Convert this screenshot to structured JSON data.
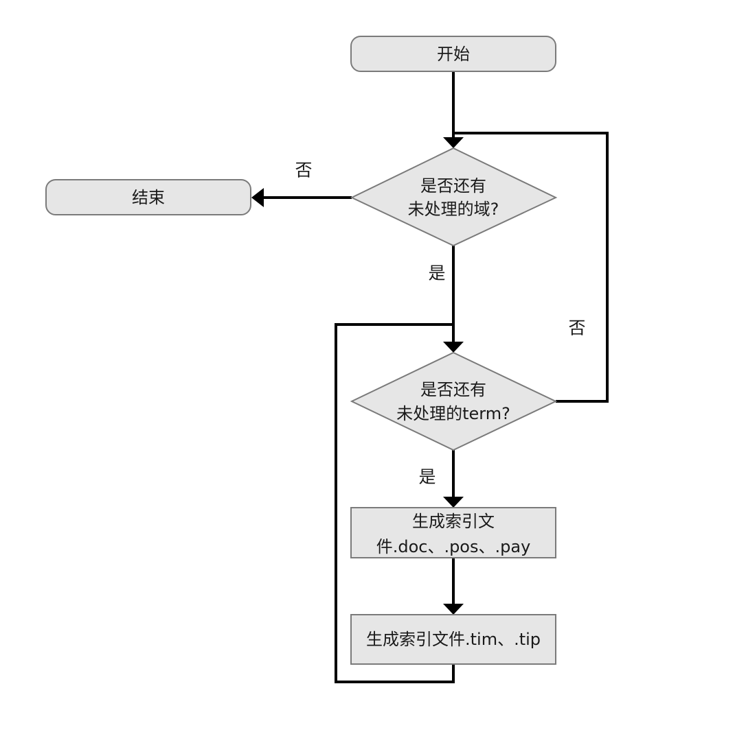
{
  "nodes": {
    "start": {
      "label": "开始"
    },
    "end": {
      "label": "结束"
    },
    "decision_field": {
      "line1": "是否还有",
      "line2": "未处理的域?"
    },
    "decision_term": {
      "line1": "是否还有",
      "line2": "未处理的term?"
    },
    "process_doc": {
      "line1": "生成索引文",
      "line2": "件.doc、.pos、.pay"
    },
    "process_tim": {
      "label": "生成索引文件.tim、.tip"
    }
  },
  "edges": {
    "field_no": "否",
    "field_yes": "是",
    "term_no": "否",
    "term_yes": "是"
  },
  "colors": {
    "node_fill": "#e6e6e6",
    "node_stroke": "#7a7a7a",
    "line": "#000000"
  }
}
